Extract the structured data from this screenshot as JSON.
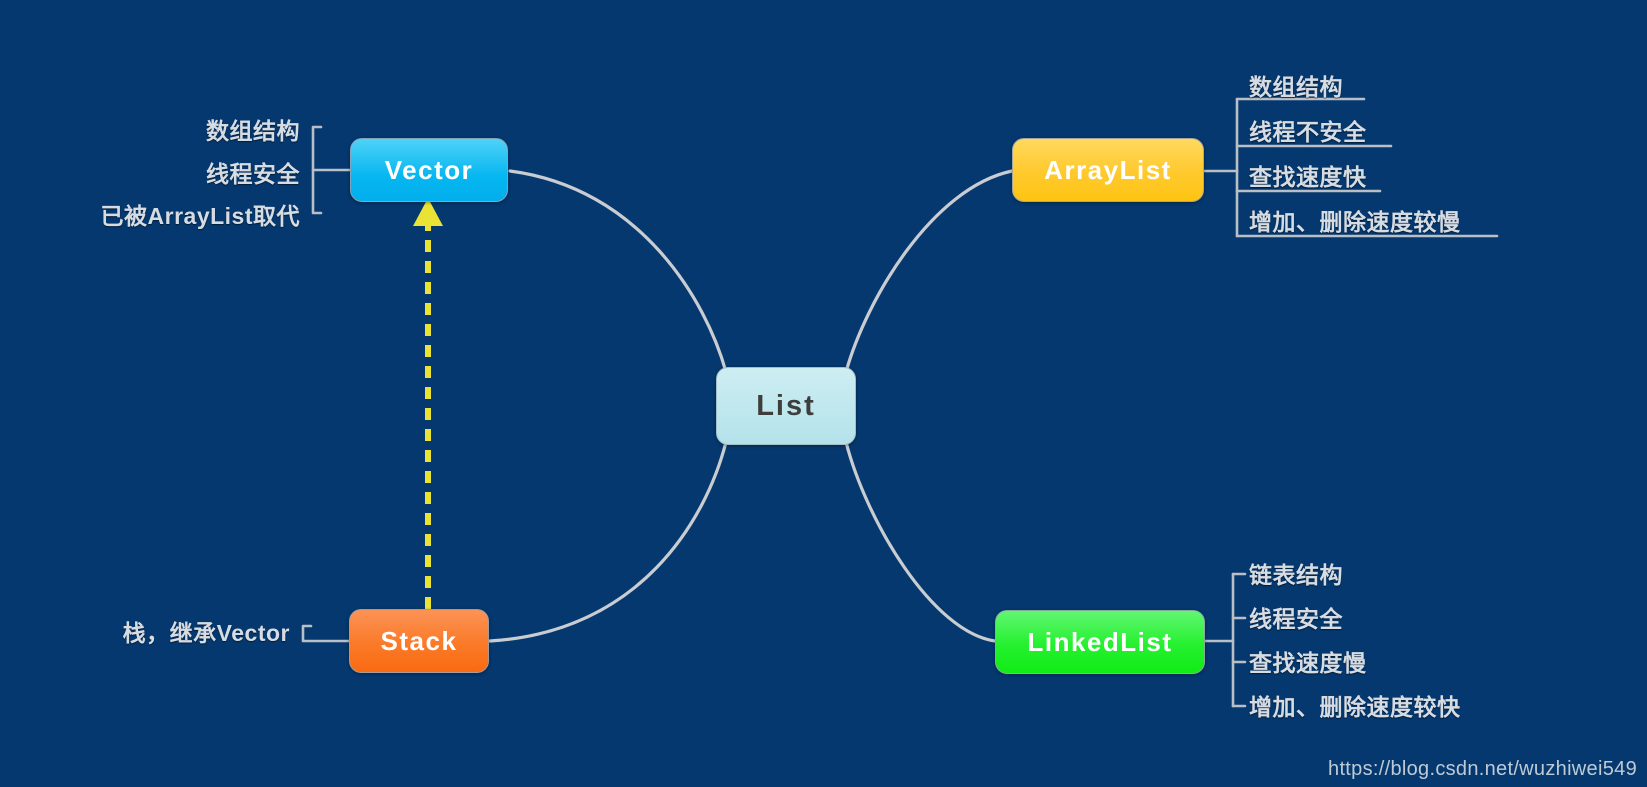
{
  "diagram": {
    "title": "List",
    "background_color": "#04386e",
    "edge_color": "#c9cdd2"
  },
  "center": {
    "label": "List",
    "color": "#b4e2ea",
    "text_color": "#3e3e3c"
  },
  "branches": [
    {
      "id": "vector",
      "label": "Vector",
      "color": "#06b7f0",
      "side": "left",
      "leaves": [
        "数组结构",
        "线程安全",
        "已被ArrayList取代"
      ]
    },
    {
      "id": "arraylist",
      "label": "ArrayList",
      "color": "#ffc92d",
      "side": "right",
      "leaves": [
        "数组结构",
        "线程不安全",
        "查找速度快",
        "增加、删除速度较慢"
      ]
    },
    {
      "id": "stack",
      "label": "Stack",
      "color": "#fb7a28",
      "side": "left",
      "leaves": [
        "栈，继承Vector"
      ]
    },
    {
      "id": "linkedlist",
      "label": "LinkedList",
      "color": "#25f02f",
      "side": "right",
      "leaves": [
        "链表结构",
        "线程安全",
        "查找速度慢",
        "增加、删除速度较快"
      ]
    }
  ],
  "relation": {
    "from": "Stack",
    "to": "Vector",
    "style": "dashed-arrow",
    "color": "#eae234"
  },
  "watermark": {
    "text": "https://blog.csdn.net/wuzhiwei549"
  }
}
